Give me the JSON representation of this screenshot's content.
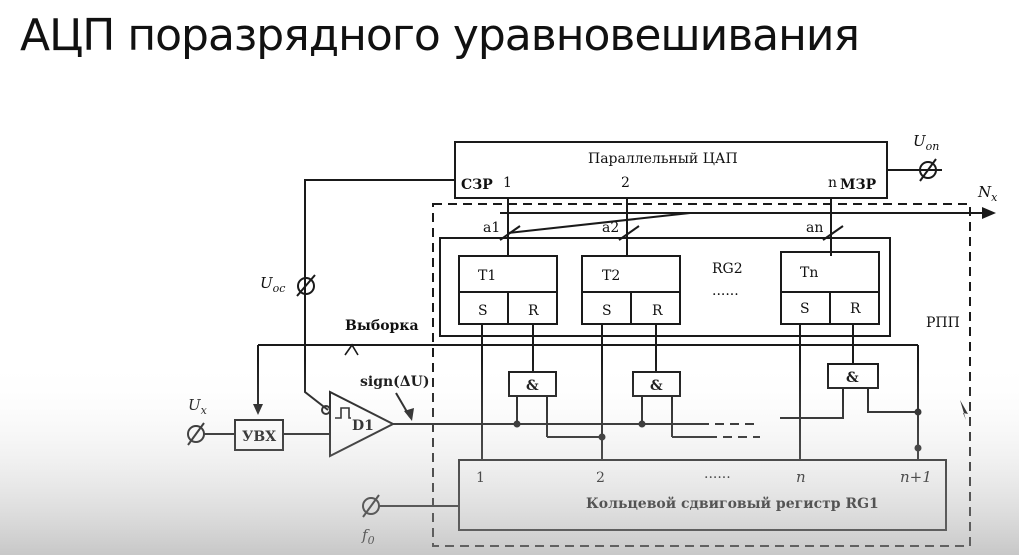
{
  "title": "АЦП поразрядного уравновешивания",
  "diagram": {
    "dac": {
      "label": "Параллельный ЦАП",
      "lsb_label": "СЗР",
      "msb_label": "МЗР",
      "pin_1": "1",
      "pin_2": "2",
      "pin_n": "n"
    },
    "u_ref": "U",
    "u_ref_sub": "оп",
    "output": "N",
    "output_sub": "x",
    "u_fb": "U",
    "u_fb_sub": "ос",
    "u_x": "U",
    "u_x_sub": "x",
    "f0": "f",
    "f0_sub": "0",
    "sample_label": "Выборка",
    "sign_label": "sign(ΔU)",
    "sha_label": "УВХ",
    "comparator_label": "D1",
    "bus_labels": [
      "a1",
      "a2",
      "an"
    ],
    "register": {
      "label": "RG2",
      "triggers": [
        "T1",
        "T2",
        "Tn"
      ],
      "set_label": "S",
      "reset_label": "R",
      "dots": "......"
    },
    "and_label": "&",
    "rpp_label": "РПП",
    "ring_register": {
      "label": "Кольцевой сдвиговый регистр RG1",
      "taps": [
        "1",
        "2",
        "n",
        "n+1"
      ],
      "dots": "......"
    }
  }
}
